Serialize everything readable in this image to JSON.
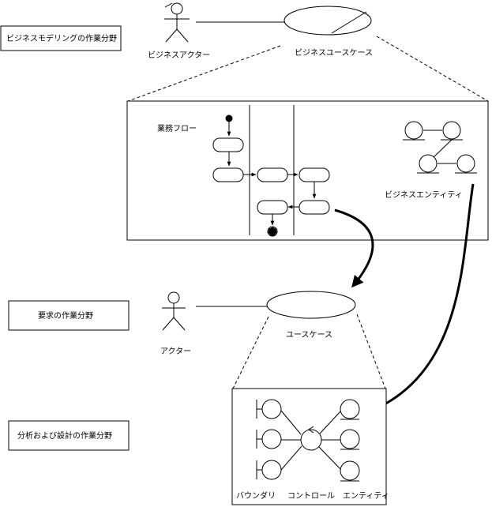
{
  "labels": {
    "area_business_modeling": "ビジネスモデリングの作業分野",
    "area_requirements": "要求の作業分野",
    "area_analysis_design": "分析および設計の作業分野",
    "business_actor": "ビジネスアクター",
    "business_use_case": "ビジネスユースケース",
    "business_flow": "業務フロー",
    "business_entity": "ビジネスエンティティ",
    "actor": "アクター",
    "use_case": "ユースケース",
    "boundary": "バウンダリ",
    "control": "コントロール",
    "entity": "エンティティ"
  }
}
